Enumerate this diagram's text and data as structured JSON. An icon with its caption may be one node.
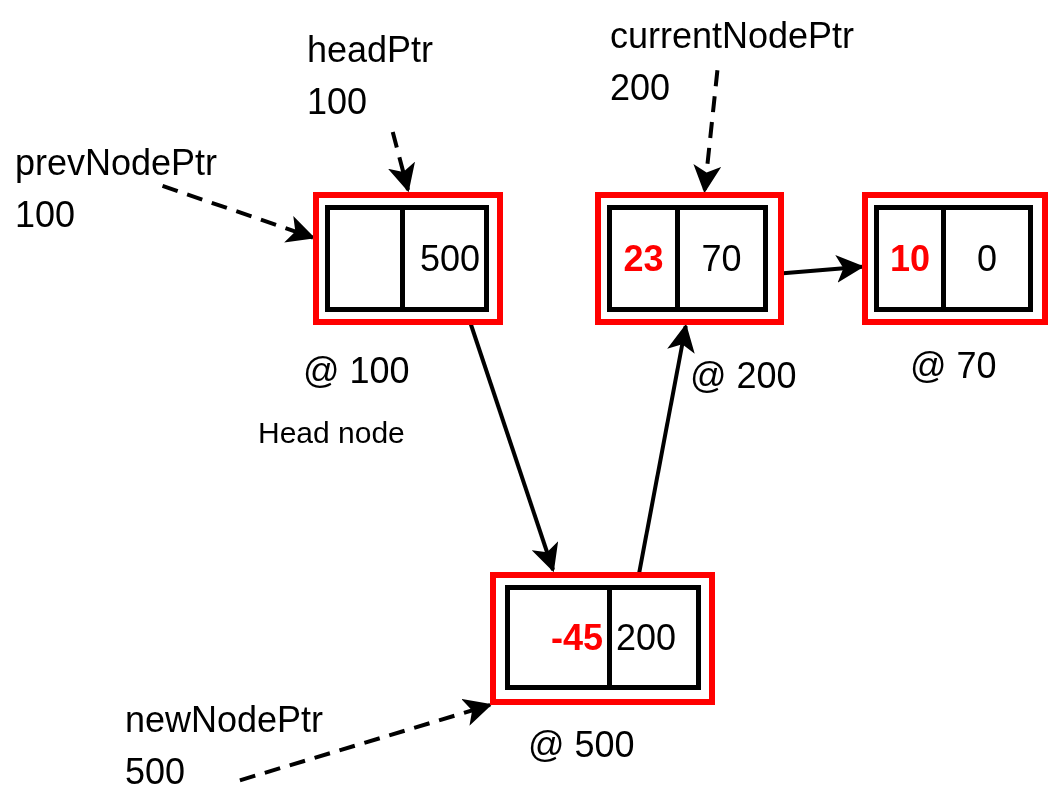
{
  "diagram": {
    "nodes": [
      {
        "text": [
          "headPtr 100"
        ]
      },
      {
        "text": [
          "currentNodePtr 200"
        ]
      },
      {
        "text": [
          "prevNodePtr 100"
        ]
      },
      {
        "text": [],
        "shape": "box",
        "beside": [
          "@ 100",
          "Head node"
        ]
      },
      {
        "text": [],
        "shape": "box",
        "in": 3
      },
      {
        "text": [
          "500"
        ],
        "in": 3
      },
      {
        "text": [],
        "shape": "box",
        "beside": [
          "@ 200"
        ]
      },
      {
        "text": [
          "23"
        ],
        "in": 6
      },
      {
        "text": [
          "70"
        ],
        "in": 6
      },
      {
        "text": [],
        "shape": "box",
        "beside": [
          "@ 70"
        ]
      },
      {
        "text": [
          "10"
        ],
        "in": 9
      },
      {
        "text": [
          "0"
        ],
        "in": 9
      },
      {
        "text": [
          "newNodePtr 500"
        ]
      },
      {
        "text": [],
        "shape": "box",
        "beside": [
          "@ 500"
        ]
      },
      {
        "text": [
          "-45"
        ],
        "in": 13
      },
      {
        "text": [
          "200"
        ],
        "in": 13
      }
    ],
    "edges": [
      {
        "from": 0,
        "to": 3,
        "arrow": "to",
        "style": "dashed"
      },
      {
        "from": 2,
        "to": 3,
        "arrow": "to",
        "style": "dashed"
      },
      {
        "from": 1,
        "to": 6,
        "arrow": "to",
        "style": "dashed"
      },
      {
        "from": 8,
        "to": 9,
        "arrow": "to"
      },
      {
        "from": 5,
        "to": 13,
        "arrow": "to"
      },
      {
        "from": 15,
        "to": 6,
        "arrow": "to"
      },
      {
        "from": 12,
        "to": 13,
        "arrow": "to",
        "style": "dashed"
      }
    ]
  }
}
